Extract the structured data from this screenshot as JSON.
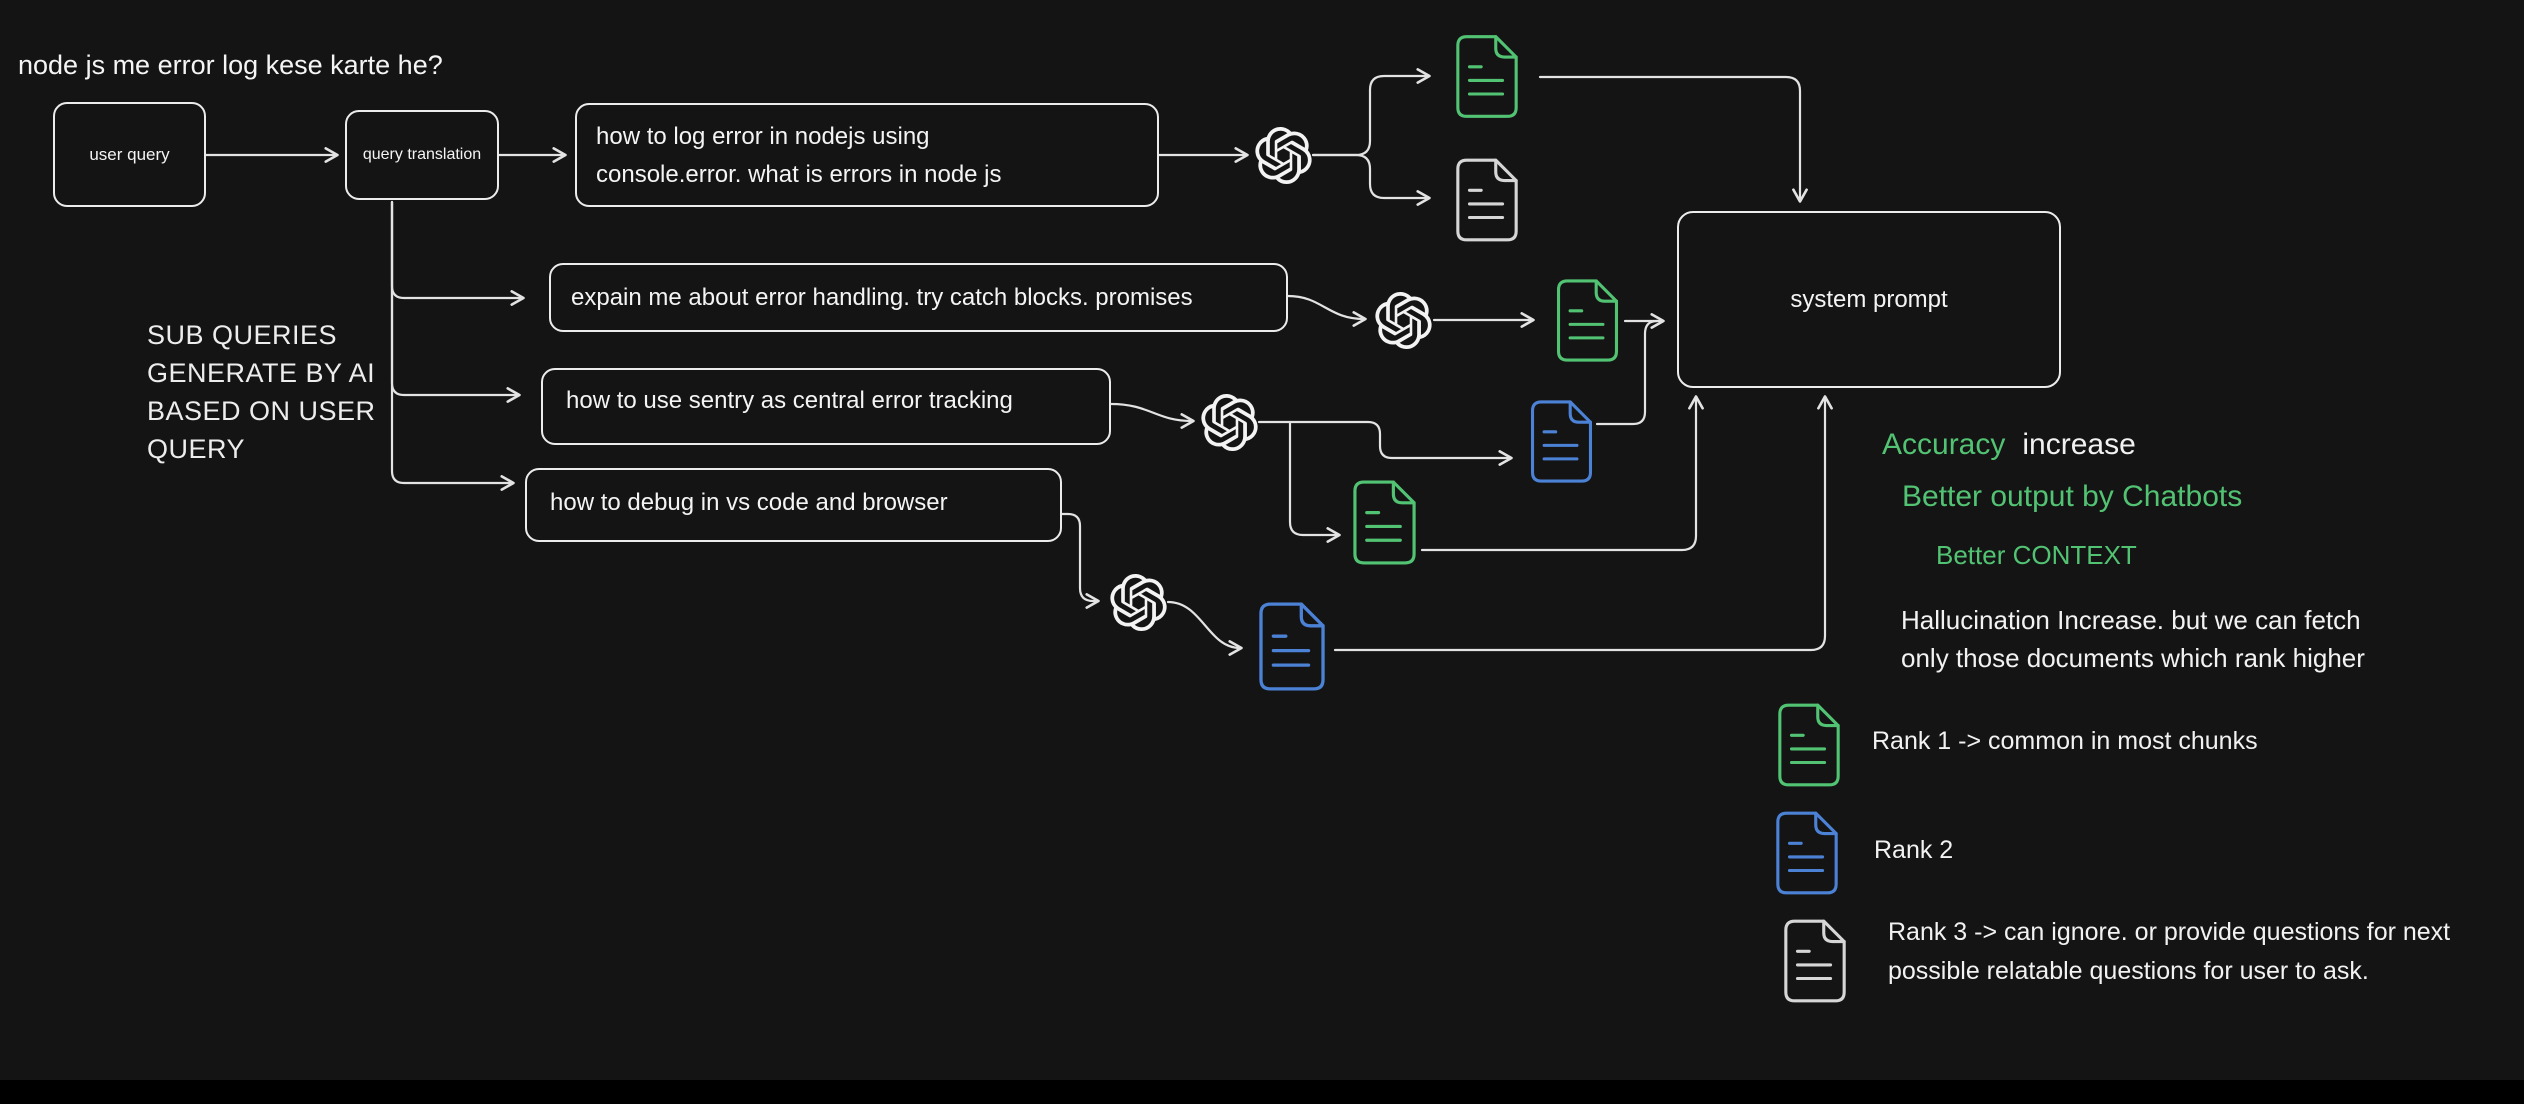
{
  "app": {
    "background": "#141414",
    "bottom_bar_color": "#000000"
  },
  "colors": {
    "connector_stroke": "#e3e3e3",
    "box_border": "#ececec",
    "text_white": "#f2f2f2",
    "green": "#52c373",
    "blue": "#4c82d6",
    "white_document": "#d6d6d6"
  },
  "title": "node js me error log kese karte he?",
  "flow": {
    "user_query": "user query",
    "query_translation": "query translation",
    "sub_queries": [
      {
        "line1": "how to log error in nodejs using",
        "line2": "console.error. what is errors in node js"
      },
      {
        "line1": "expain me about error handling. try catch blocks. promises"
      },
      {
        "line1": "how to use sentry as central error tracking"
      },
      {
        "line1": "how to debug in vs code and browser"
      }
    ],
    "system_prompt": "system prompt"
  },
  "side_note": {
    "line1": "SUB QUERIES",
    "line2": "GENERATE BY AI",
    "line3": "BASED ON USER",
    "line4": "QUERY"
  },
  "benefits": {
    "accuracy_green": "Accuracy",
    "accuracy_rest": "increase",
    "better_output": "Better output by Chatbots",
    "better_context": "Better CONTEXT",
    "hallucination_line1": "Hallucination Increase. but we can fetch",
    "hallucination_line2": "only those documents which rank higher"
  },
  "ranks": [
    {
      "icon": "green-document-icon",
      "line1": "Rank 1 -> common in most chunks",
      "line2": ""
    },
    {
      "icon": "blue-document-icon",
      "line1": "Rank 2",
      "line2": ""
    },
    {
      "icon": "white-document-icon",
      "line1": "Rank 3 -> can ignore. or provide questions for next",
      "line2": "possible relatable questions for user to ask."
    }
  ],
  "icons": {
    "llm": "openai-logo-icon",
    "document": "document-icon"
  }
}
